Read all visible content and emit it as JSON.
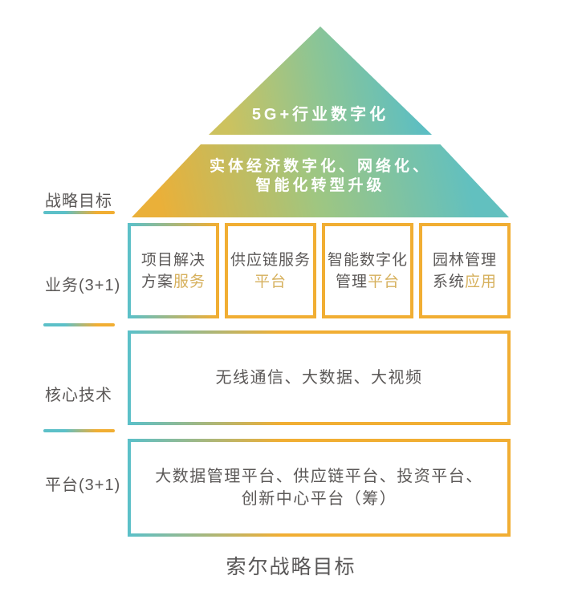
{
  "pyramid": {
    "top": "5G+行业数字化",
    "middle_line1": "实体经济数字化、网络化、",
    "middle_line2": "智能化转型升级"
  },
  "rail": {
    "strategy_label": "战略目标",
    "business_label": "业务(3+1)",
    "tech_label": "核心技术",
    "platform_label": "平台(3+1)"
  },
  "business_boxes": [
    {
      "line1": "项目解决",
      "line2_normal": "方案",
      "line2_highlight": "服务"
    },
    {
      "line1": "供应链服务",
      "line2_normal": "",
      "line2_highlight": "平台"
    },
    {
      "line1": "智能数字化",
      "line2_normal": "管理",
      "line2_highlight": "平台"
    },
    {
      "line1": "园林管理",
      "line2_normal": "系统",
      "line2_highlight": "应用"
    }
  ],
  "tech_box": {
    "text": "无线通信、大数据、大视频"
  },
  "platform_box": {
    "line1": "大数据管理平台、供应链平台、投资平台、",
    "line2": "创新中心平台（筹）"
  },
  "caption": "索尔战略目标",
  "colors": {
    "teal": "#5CC0C8",
    "gold": "#F1AE33",
    "text_gray": "#5B5857",
    "highlight_gold_text": "#D6B05C",
    "pyramid_left_gold": "#EAB039",
    "pyramid_right_teal": "#62C0BF",
    "white": "#FFFFFF"
  }
}
